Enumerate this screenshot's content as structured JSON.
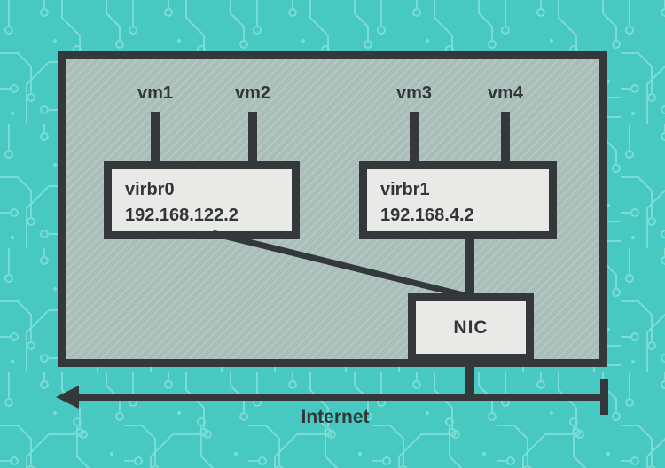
{
  "diagram": {
    "vms": [
      {
        "label": "vm1"
      },
      {
        "label": "vm2"
      },
      {
        "label": "vm3"
      },
      {
        "label": "vm4"
      }
    ],
    "bridges": [
      {
        "name": "virbr0",
        "ip": "192.168.122.2"
      },
      {
        "name": "virbr1",
        "ip": "192.168.4.2"
      }
    ],
    "nic": {
      "label": "NIC"
    },
    "internet": {
      "label": "Internet"
    }
  },
  "colors": {
    "background_teal": "#47c8c0",
    "circuit_trace": "#7bdcd5",
    "host_fill": "#a9beb9",
    "host_stripe": "#b6c8c2",
    "line_dark": "#35383a",
    "box_fill": "#e9e9e8",
    "text": "#323639"
  }
}
